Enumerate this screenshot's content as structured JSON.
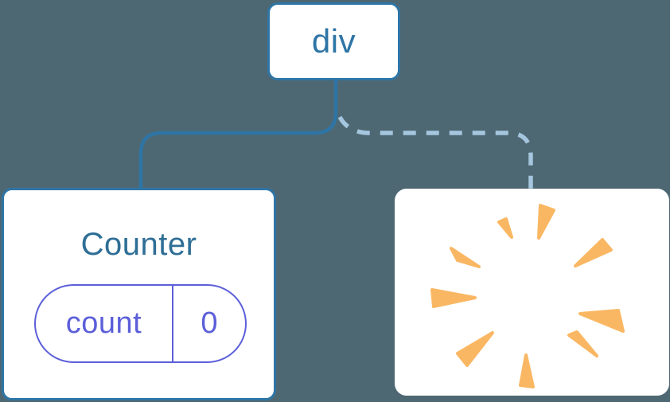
{
  "diagram": {
    "description": "render tree: root div keeps Counter child (solid link) while second child is removed (dashed link, poof)",
    "root": {
      "label": "div"
    },
    "kept_child": {
      "title": "Counter",
      "state_key": "count",
      "state_value": "0",
      "link_style": "solid"
    },
    "removed_child": {
      "icon": "poof-burst",
      "link_style": "dashed"
    }
  },
  "colors": {
    "background": "#4E6873",
    "node_border_blue": "#2E75A6",
    "counter_title_blue": "#2E6E96",
    "state_purple": "#5C5FD9",
    "dashed_link_blue": "#A5C6DF",
    "burst_orange": "#FAB763",
    "card_white": "#FFFFFF"
  }
}
